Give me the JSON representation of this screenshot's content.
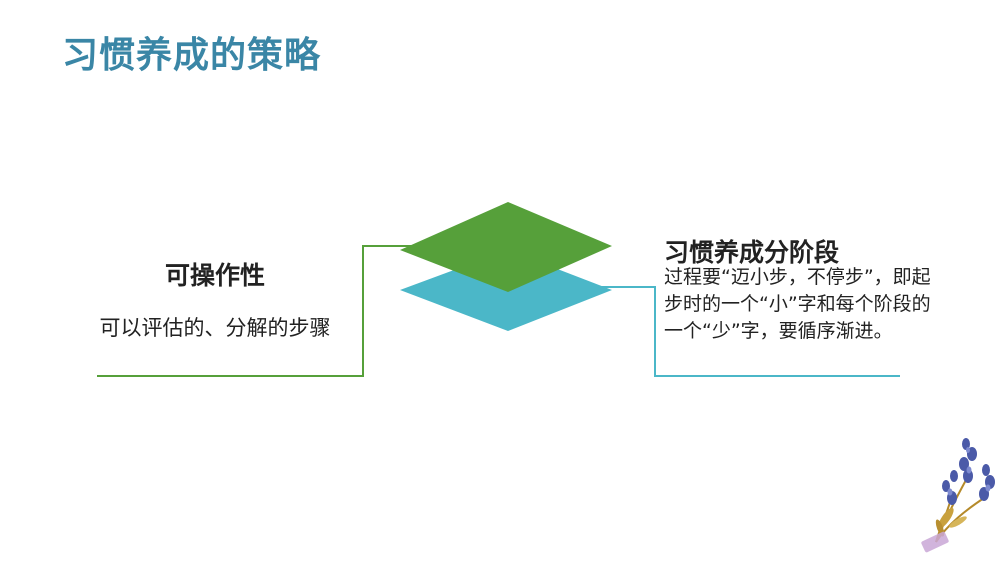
{
  "slide": {
    "title": "习惯养成的策略"
  },
  "left_block": {
    "heading": "可操作性",
    "body": "可以评估的、分解的步骤"
  },
  "right_block": {
    "heading": "习惯养成分阶段",
    "body": "过程要“迈小步，不停步”，即起步时的一个“小”字和每个阶段的一个“少”字，要循序渐进。"
  },
  "colors": {
    "title": "#3a86a6",
    "green": "#56a03a",
    "teal": "#4bb7c8",
    "text": "#222222"
  },
  "decoration": {
    "icon": "lavender-flower-icon"
  }
}
